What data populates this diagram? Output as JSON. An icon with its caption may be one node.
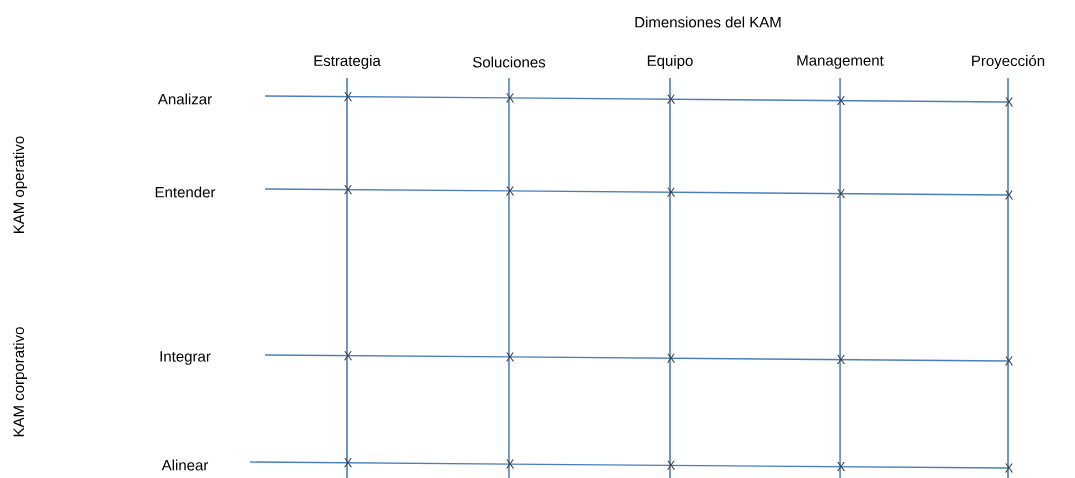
{
  "diagram": {
    "title": "Dimensiones del KAM",
    "labels": [
      "Estrategia",
      "Soluciones",
      "Equipo",
      "Management",
      "Proyección",
      "KAM operativo",
      "KAM corporativo",
      "Analizar",
      "X",
      "X",
      "X",
      "X",
      "X",
      "Entender",
      "X",
      "X",
      "X",
      "X",
      "X",
      "Integrar",
      "X",
      "X",
      "X",
      "X",
      "X",
      "Alinear",
      "X",
      "X",
      "X",
      "X",
      "X"
    ]
  }
}
